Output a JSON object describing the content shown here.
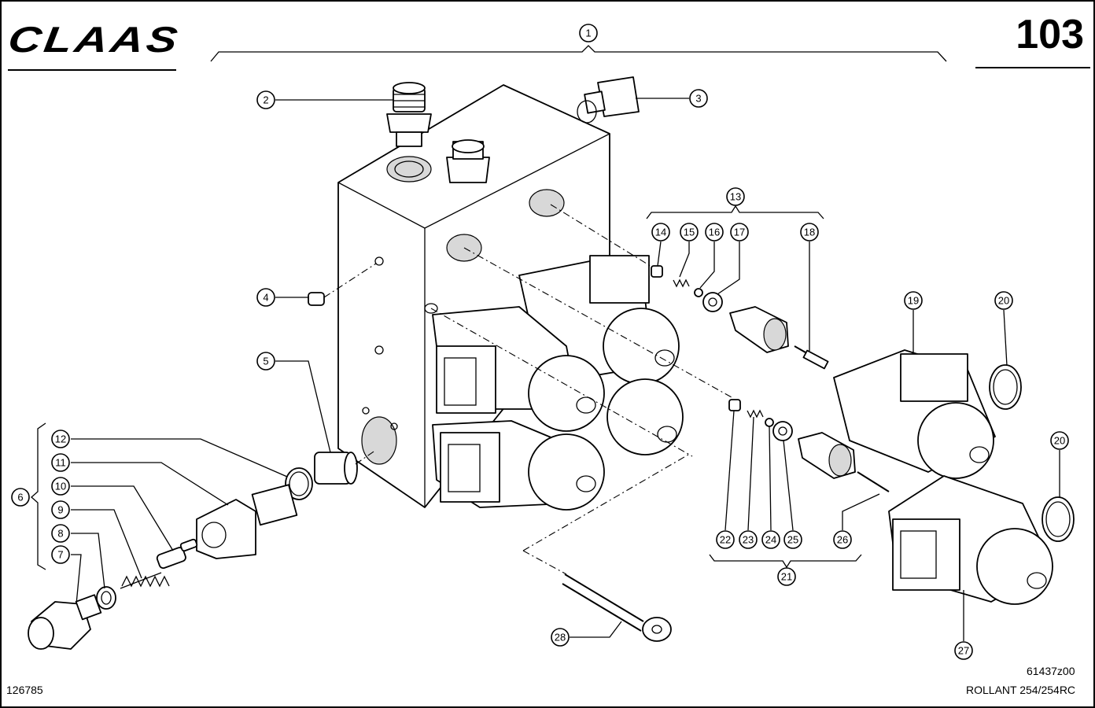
{
  "header": {
    "brand": "CLAAS",
    "page_number": "103"
  },
  "footer": {
    "drawing_code": "61437z00",
    "model": "ROLLANT 254/254RC",
    "drawing_number": "126785"
  },
  "callouts": [
    "1",
    "2",
    "3",
    "4",
    "5",
    "6",
    "7",
    "8",
    "9",
    "10",
    "11",
    "12",
    "13",
    "14",
    "15",
    "16",
    "17",
    "18",
    "19",
    "20",
    "20",
    "21",
    "22",
    "23",
    "24",
    "25",
    "26",
    "27",
    "28"
  ],
  "colors": {
    "line": "#000000",
    "background": "#ffffff",
    "shading": "#d8d8d8"
  }
}
